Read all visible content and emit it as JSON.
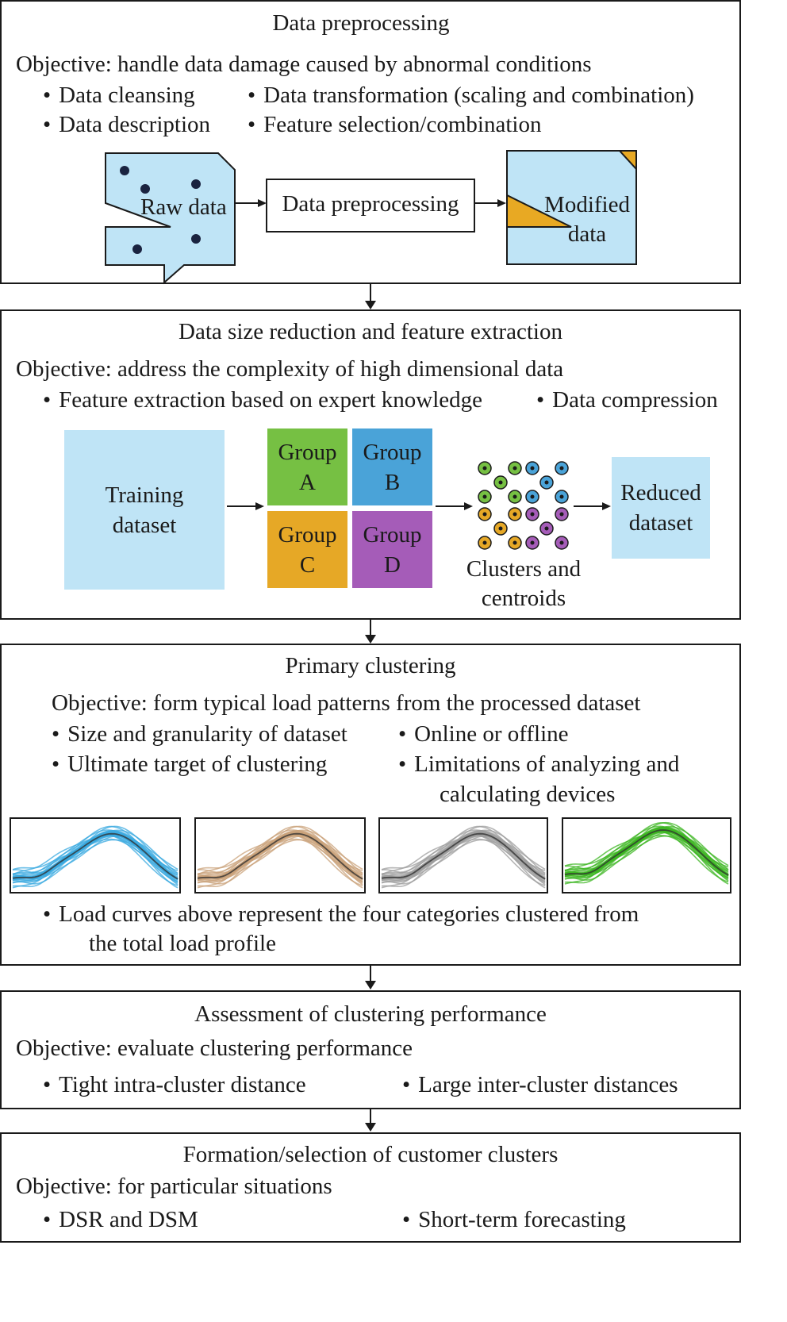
{
  "sections": {
    "s1": {
      "title": "Data preprocessing",
      "objective": "Objective: handle data damage caused by abnormal conditions",
      "bullets": [
        "Data cleansing",
        "Data transformation (scaling and combination)",
        "Data description",
        "Feature selection/combination"
      ],
      "raw_label": "Raw data",
      "process_label": "Data preprocessing",
      "modified_line1": "Modified",
      "modified_line2": "data"
    },
    "s2": {
      "title": "Data size reduction and feature extraction",
      "objective": "Objective: address the complexity of high dimensional data",
      "bullets": [
        "Feature extraction based on expert knowledge",
        "Data compression"
      ],
      "training_line1": "Training",
      "training_line2": "dataset",
      "groups": [
        {
          "line1": "Group",
          "line2": "A",
          "color": "#76c043"
        },
        {
          "line1": "Group",
          "line2": "B",
          "color": "#4aa3d8"
        },
        {
          "line1": "Group",
          "line2": "C",
          "color": "#e6a826"
        },
        {
          "line1": "Group",
          "line2": "D",
          "color": "#a55cb8"
        }
      ],
      "clusters_line1": "Clusters and",
      "clusters_line2": "centroids",
      "reduced_line1": "Reduced",
      "reduced_line2": "dataset"
    },
    "s3": {
      "title": "Primary clustering",
      "objective": "Objective: form typical load patterns from the processed dataset",
      "bullets": [
        "Size and granularity of dataset",
        "Online or offline",
        "Ultimate target of clustering",
        "Limitations of analyzing and"
      ],
      "bullet4_cont": "calculating devices",
      "note_line1": "Load curves above represent the four categories clustered from",
      "note_line2": "the total load profile",
      "curve_colors": [
        "#3aa9e0",
        "#c9a27a",
        "#9e9e9e",
        "#3cb521"
      ]
    },
    "s4": {
      "title": "Assessment of clustering performance",
      "objective": "Objective: evaluate clustering performance",
      "bullets": [
        "Tight intra-cluster distance",
        "Large inter-cluster distances"
      ]
    },
    "s5": {
      "title": "Formation/selection of customer clusters",
      "objective": "Objective: for particular situations",
      "bullets": [
        "DSR and DSM",
        "Short-term forecasting"
      ]
    }
  },
  "colors": {
    "light_blue": "#bfe4f6",
    "orange": "#e8a923",
    "line": "#1a1a1a"
  }
}
